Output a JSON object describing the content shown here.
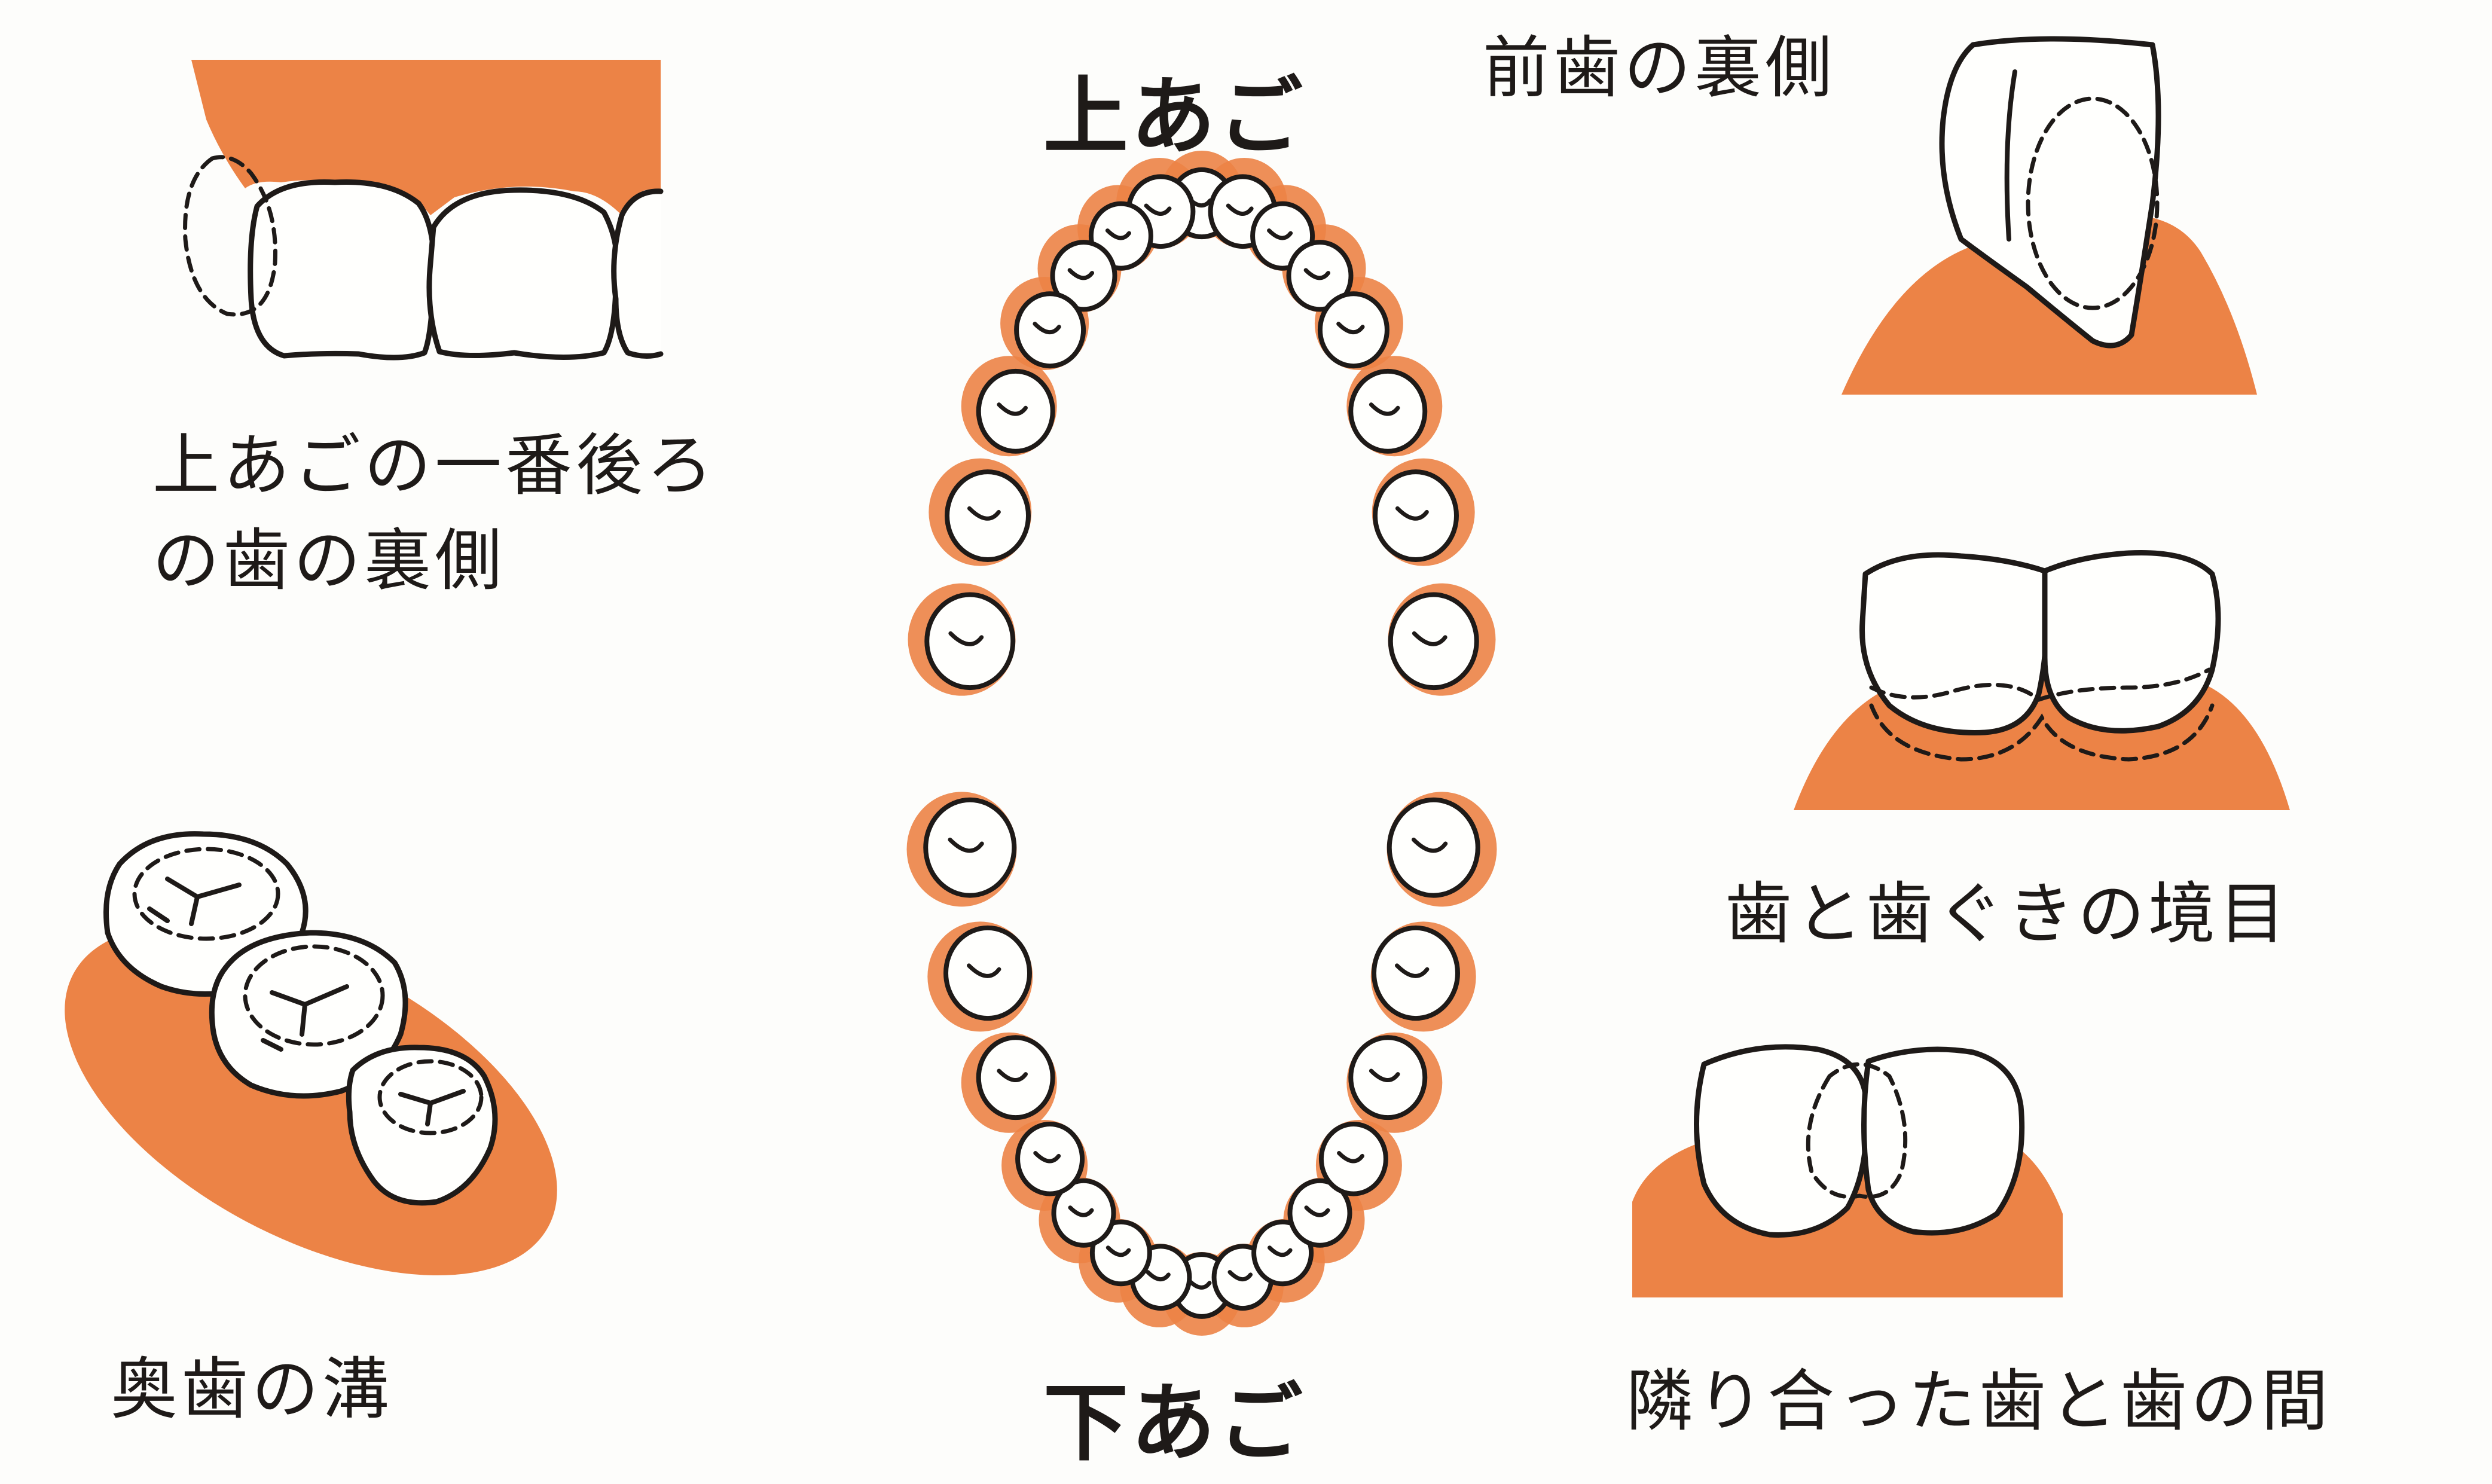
{
  "colors": {
    "gum": "#ec8346",
    "ink": "#1e1a18",
    "tooth": "#fffffd",
    "background": "#fdfdfb"
  },
  "labels": {
    "upper_jaw": "上あご",
    "lower_jaw": "下あご",
    "front_teeth_back": "前歯の裏側",
    "upper_last_tooth_back": "上あごの一番後ろの歯の裏側",
    "molar_grooves": "奥歯の溝",
    "tooth_gum_border": "歯と歯ぐきの境目",
    "between_adjacent_teeth": "隣り合った歯と歯の間"
  }
}
